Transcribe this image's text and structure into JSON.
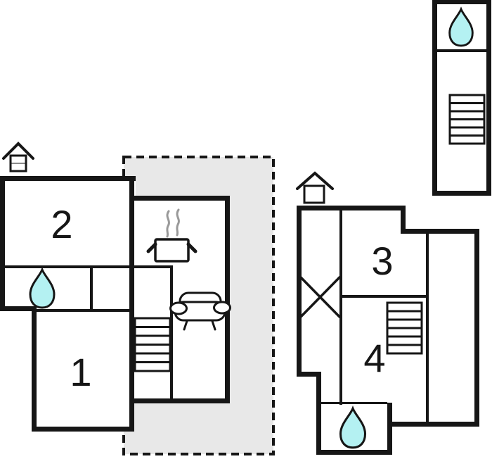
{
  "plan": {
    "name": "two-unit floor plan with terrace",
    "colors": {
      "wall": "#161616",
      "terrace_fill": "#e8e8e8",
      "water": "#b4f1f2",
      "steam": "#999999",
      "paper": "#ffffff"
    },
    "rooms": {
      "room1": "1",
      "room2": "2",
      "room3": "3",
      "room4": "4"
    },
    "icons": {
      "entrance": "house-entrance-icon",
      "water": "water-drop-icon",
      "stairs": "stairs-icon",
      "stove": "stove-pot-icon",
      "sofa": "sofa-icon",
      "cross": "cross-icon"
    }
  }
}
